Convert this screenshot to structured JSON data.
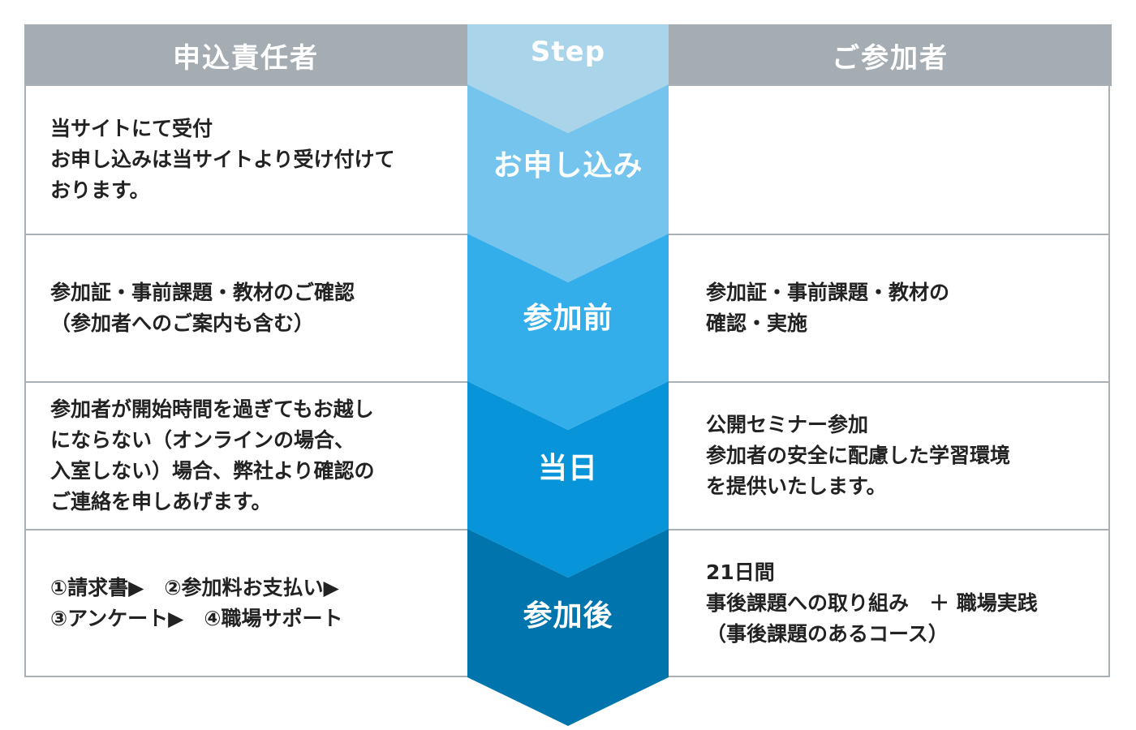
{
  "header": {
    "left": "申込責任者",
    "center": "Step",
    "right": "ご参加者"
  },
  "colors": {
    "header_gray": "#a5acb2",
    "border_gray": "#a9b0b6",
    "step_header": "#a9d4ea",
    "step_1": "#74c4ee",
    "step_2": "#34aeea",
    "step_3": "#0894d8",
    "step_4": "#0075ad"
  },
  "rows": [
    {
      "step": "お申し込み",
      "left": "当サイトにて受付\nお申し込みは当サイトより受け付けて\nおります。",
      "right": ""
    },
    {
      "step": "参加前",
      "left": "参加証・事前課題・教材のご確認\n（参加者へのご案内も含む）",
      "right": "参加証・事前課題・教材の\n確認・実施"
    },
    {
      "step": "当日",
      "left": "参加者が開始時間を過ぎてもお越し\nにならない（オンラインの場合、\n入室しない）場合、弊社より確認の\nご連絡を申しあげます。",
      "right": "公開セミナー参加\n参加者の安全に配慮した学習環境\nを提供いたします。"
    },
    {
      "step": "参加後",
      "left": "①請求書▶　②参加料お支払い▶\n③アンケート▶　④職場サポート",
      "right": "21日間\n事後課題への取り組み　＋ 職場実践\n（事後課題のあるコース）"
    }
  ]
}
